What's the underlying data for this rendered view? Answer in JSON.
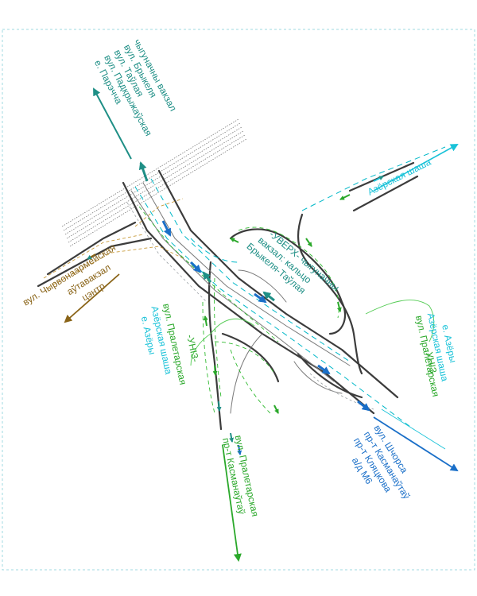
{
  "colors": {
    "teal": "#1f8f86",
    "blue": "#1a6fc8",
    "cyan": "#19c2d8",
    "green": "#2aa82a",
    "brown": "#8a6418",
    "road": "#3c3c3c",
    "frame": "#9fd8e0"
  },
  "labels": {
    "north": {
      "line1": "чыгуначны вакзал",
      "line2": "вул. Брыкеля",
      "line3": "вул. Таўлая",
      "line4": "вул. Падкрыжаўская",
      "line5": "е. Парэчча"
    },
    "azyora_road": "Азёрская шаша",
    "west": {
      "line1": "вул. Чырвонаармейская",
      "line2": "аўтавакзал",
      "line3": "цэнтр"
    },
    "center": {
      "line1": "-УВЕРХ- чыгуначны",
      "line2": "вакзал: кальцо",
      "line3": "Брыкеля-Таўлая"
    },
    "left_unz": {
      "line1": "-УНІЗ-",
      "line2": "вул. Пралетарская",
      "line3": "Азёрская шаша",
      "line4": "е. Азёры"
    },
    "right_unz": {
      "line1": "-УНІЗ-",
      "line2": "вул. Пралетарская",
      "line3": "Азёрская шаша",
      "line4": "е. Азёры"
    },
    "south": {
      "line1": "вул. Пралетарская",
      "line2": "пр-т Касманаўтаў"
    },
    "southeast": {
      "line1": "вул. Шчорса",
      "line2": "пр-т Касманаўтаў",
      "line3": "пр-т Кляцкова",
      "line4": "а/д М6"
    }
  }
}
